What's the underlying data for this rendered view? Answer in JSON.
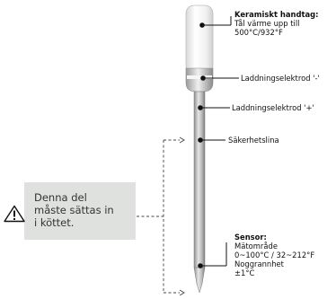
{
  "labels": {
    "handle_title": "Keramiskt handtag:",
    "handle_line1": "Tål värme upp till",
    "handle_line2": "500°C/932°F",
    "electrode_minus": "Laddningselektrod '-'",
    "electrode_plus": "Laddningselektrod '+'",
    "safety_line": "Säkerhetslina",
    "sensor_title": "Sensor:",
    "sensor_line1": "Mätområde",
    "sensor_line2": "0~100°C / 32~212°F",
    "sensor_line3": "Noggrannhet",
    "sensor_line4": "±1°C"
  },
  "warning": {
    "line1": "Denna del",
    "line2": "måste sättas in",
    "line3": "i köttet.",
    "icon": "warning-triangle-icon"
  },
  "colors": {
    "handle": "#f4f4f4",
    "metal": "#b8b8b8",
    "callout": "#111111",
    "box": "#dfe1df"
  }
}
